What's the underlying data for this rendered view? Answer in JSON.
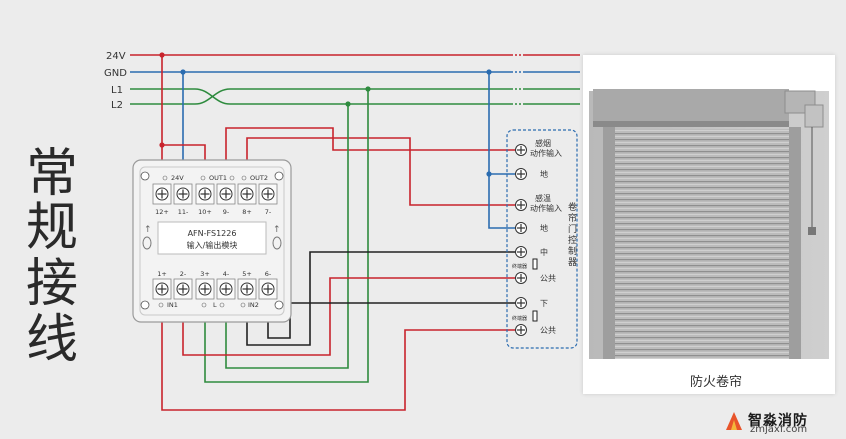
{
  "title_chars": [
    "常",
    "规",
    "接",
    "线"
  ],
  "bus_labels": {
    "v24": "24V",
    "gnd": "GND",
    "l1": "L1",
    "l2": "L2"
  },
  "module": {
    "name": "AFN-FS1226",
    "subtitle": "输入/输出模块",
    "top_group_labels": [
      "24V",
      "OUT1",
      "OUT2"
    ],
    "top_terminals": [
      "12+",
      "11-",
      "10+",
      "9-",
      "8+",
      "7-"
    ],
    "bottom_terminals": [
      "1+",
      "2-",
      "3+",
      "4-",
      "5+",
      "6-"
    ],
    "bottom_group_labels": [
      "IN1",
      "L",
      "IN2"
    ]
  },
  "controller": {
    "label": "卷帘门控制器",
    "terminals": [
      "感烟动作输入",
      "地",
      "感温动作输入",
      "地",
      "中",
      "公共",
      "下",
      "公共"
    ],
    "resistor_label": "终端器"
  },
  "photo_caption": "防火卷帘",
  "watermark": {
    "name": "智淼消防",
    "url": "zmjaxf.com"
  },
  "colors": {
    "v24": "#c8232c",
    "gnd": "#2b6cb0",
    "l1": "#2e8b3e",
    "l2": "#2e8b3e",
    "red": "#c8232c",
    "green": "#2e8b3e",
    "black": "#222222",
    "blue": "#2b6cb0"
  }
}
